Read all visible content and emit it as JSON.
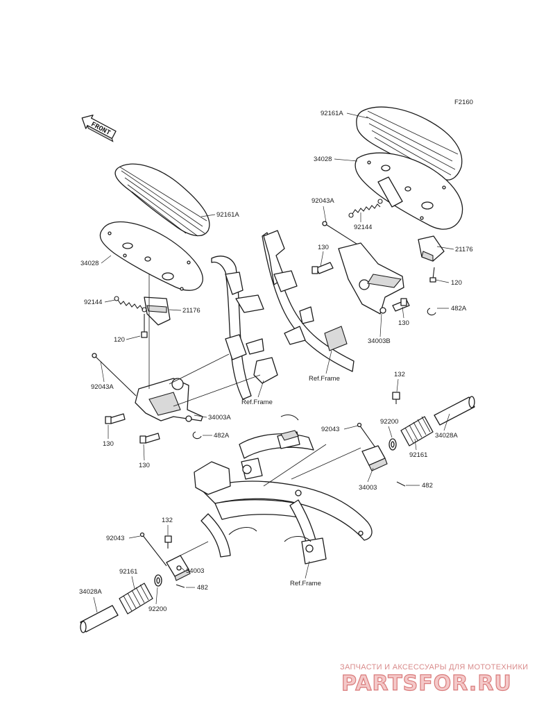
{
  "figure_code": "F2160",
  "front_arrow_label": "FRONT",
  "labels": {
    "top_right": {
      "p92161A": "92161A",
      "p34028": "34028",
      "p92043A": "92043A",
      "p92144": "92144",
      "p130a": "130",
      "p21176": "21176",
      "p120": "120",
      "p482A": "482A",
      "p130b": "130",
      "p34003B": "34003B",
      "ref_frame": "Ref.Frame"
    },
    "top_left": {
      "p92161A": "92161A",
      "p34028": "34028",
      "p92144": "92144",
      "p21176": "21176",
      "p120": "120",
      "p92043A": "92043A",
      "ref_frame": "Ref.Frame",
      "p34003A": "34003A",
      "p130a": "130",
      "p482A": "482A",
      "p130b": "130"
    },
    "rear_right": {
      "p132": "132",
      "p92200": "92200",
      "p92043": "92043",
      "p34028A": "34028A",
      "p92161": "92161",
      "p34003": "34003",
      "p482": "482"
    },
    "rear_left": {
      "p132": "132",
      "p92043": "92043",
      "p34003": "34003",
      "p92161": "92161",
      "p482": "482",
      "p34028A": "34028A",
      "p92200": "92200"
    },
    "frame_ref": "Ref.Frame"
  },
  "watermark": {
    "line1": "ЗАПЧАСТИ И АКСЕССУАРЫ ДЛЯ МОТОТЕХНИКИ",
    "line2": "PARTSFOR.RU"
  }
}
